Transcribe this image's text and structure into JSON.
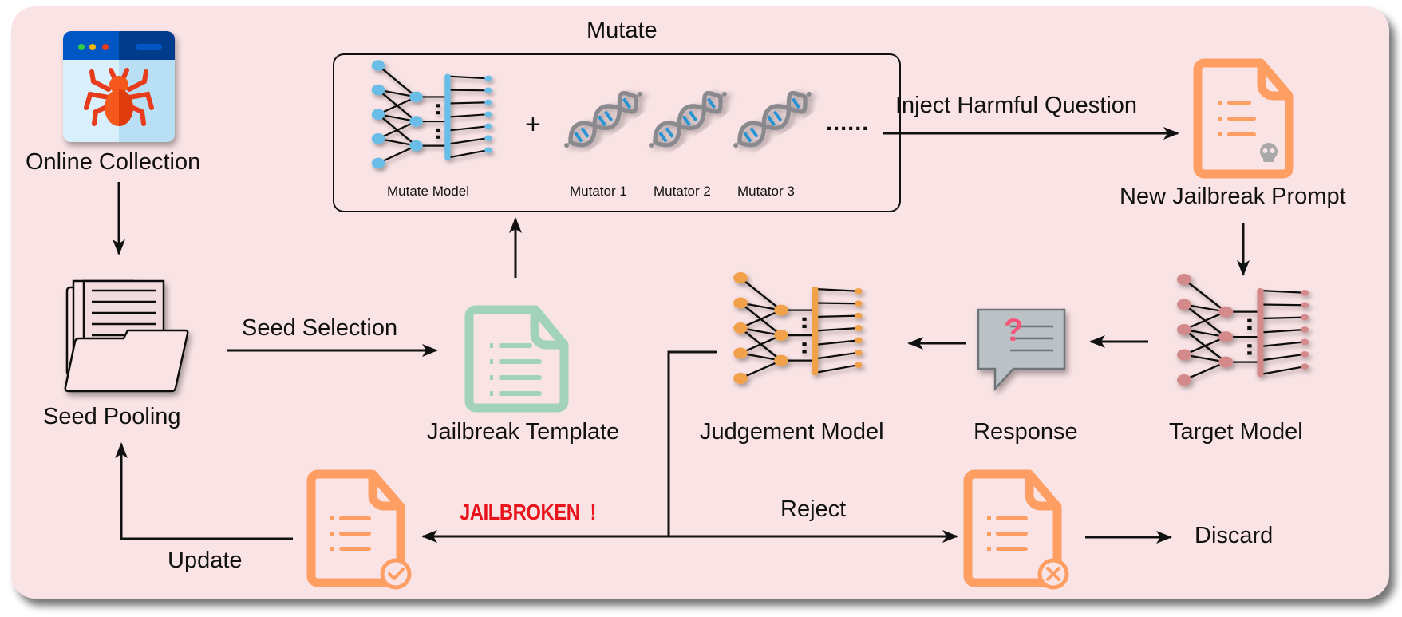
{
  "diagram": {
    "nodes": {
      "online_collection": "Online Collection",
      "seed_pooling": "Seed Pooling",
      "jailbreak_template": "Jailbreak Template",
      "judgement_model": "Judgement Model",
      "response": "Response",
      "target_model": "Target Model",
      "new_jailbreak_prompt": "New Jailbreak Prompt",
      "discard": "Discard"
    },
    "mutate": {
      "title": "Mutate",
      "model_label": "Mutate Model",
      "plus": "+",
      "mutators": [
        "Mutator 1",
        "Mutator 2",
        "Mutator 3"
      ],
      "ellipsis": "......"
    },
    "edges": {
      "seed_selection": "Seed Selection",
      "inject": "Inject Harmful Question",
      "jailbroken": "JAILBROKEN",
      "jailbroken_mark": "!",
      "reject": "Reject",
      "update": "Update"
    },
    "icons": {
      "response_glyph": "?"
    },
    "colors": {
      "background": "#f9e3e5",
      "mutate_model": "#6bbde6",
      "judgement_model": "#f0a14a",
      "target_model": "#d48a8a",
      "template_doc": "#a3d2bb",
      "prompt_doc": "#ff9e62",
      "jailbroken": "#e8141c",
      "dna_strand": "#8a8a8e",
      "dna_base": "#2b93d1"
    }
  }
}
